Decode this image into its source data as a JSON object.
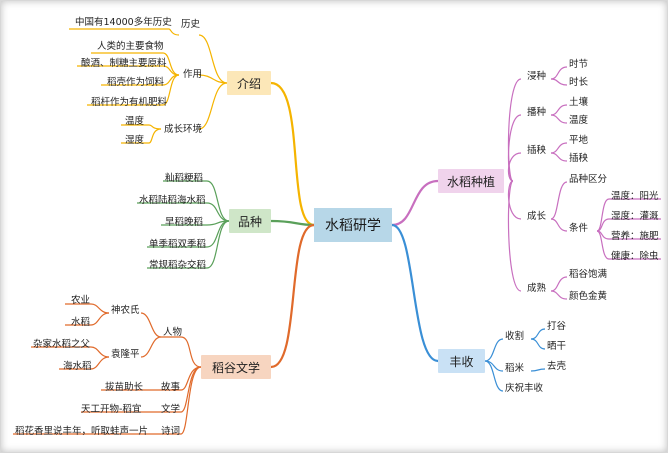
{
  "center": "水稻研学",
  "colors": {
    "intro": "#f5b400",
    "variety": "#5aa05a",
    "culture": "#e06a2b",
    "planting": "#c86fbf",
    "harvest": "#3a8fd6"
  },
  "intro": {
    "label": "介绍",
    "history": "历史",
    "history_items": [
      "中国有14000多年历史"
    ],
    "use": "作用",
    "use_items": [
      "人类的主要食物",
      "酿酒、制糖主要原料",
      "稻壳作为饲料",
      "稻杆作为有机肥料"
    ],
    "env": "成长环境",
    "env_items": [
      "温度",
      "湿度"
    ]
  },
  "variety": {
    "label": "品种",
    "items": [
      "籼稻粳稻",
      "水稻陆稻海水稻",
      "早稻晚稻",
      "单季稻双季稻",
      "常规稻杂交稻"
    ]
  },
  "culture": {
    "label": "稻谷文学",
    "people": "人物",
    "shennong": "神农氏",
    "shennong_items": [
      "农业",
      "水稻"
    ],
    "yuan": "袁隆平",
    "yuan_items": [
      "杂家水稻之父",
      "海水稻"
    ],
    "story": "故事",
    "story_item": "拔苗助长",
    "text": "文学",
    "text_item": "天工开物-稻宜",
    "poem": "诗词",
    "poem_item": "稻花香里说丰年，听取蛙声一片"
  },
  "planting": {
    "label": "水稻种植",
    "soak": "浸种",
    "soak_items": [
      "时节",
      "时长"
    ],
    "sow": "播种",
    "sow_items": [
      "土壤",
      "温度"
    ],
    "transplant": "插秧",
    "transplant_items": [
      "平地",
      "插秧"
    ],
    "grow": "成长",
    "variety_diff": "品种区分",
    "cond": "条件",
    "cond_items": [
      "温度：阳光",
      "湿度：灌溉",
      "营养：施肥",
      "健康：除虫"
    ],
    "mature": "成熟",
    "mature_items": [
      "稻谷饱满",
      "颜色金黄"
    ]
  },
  "harvest": {
    "label": "丰收",
    "reap": "收割",
    "reap_items": [
      "打谷",
      "晒干"
    ],
    "rice": "稻米",
    "rice_item": "去壳",
    "celebrate": "庆祝丰收"
  }
}
